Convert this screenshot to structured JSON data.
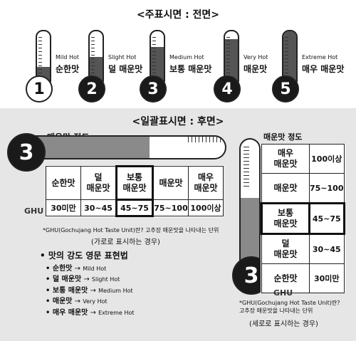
{
  "front": {
    "title": "<주표시면 : 전면>",
    "levels": [
      {
        "num": "1",
        "en": "Mild Hot",
        "ko": "순한맛",
        "fill": 0.3
      },
      {
        "num": "2",
        "en": "Slight Hot",
        "ko": "덜 매운맛",
        "fill": 0.5
      },
      {
        "num": "3",
        "en": "Medium Hot",
        "ko": "보통 매운맛",
        "fill": 0.7
      },
      {
        "num": "4",
        "en": "Very Hot",
        "ko": "매운맛",
        "fill": 0.85
      },
      {
        "num": "5",
        "en": "Extreme Hot",
        "ko": "매우 매운맛",
        "fill": 1.0
      }
    ]
  },
  "back": {
    "title": "<일괄표시면 : 후면>",
    "horizontal": {
      "heading": "매운맛 정도",
      "bulb_num": "3",
      "fill": 0.6,
      "ghu_label": "GHU",
      "levels": [
        {
          "l1": "순한맛",
          "l2": "",
          "ghu": "30미만"
        },
        {
          "l1": "덜",
          "l2": "매운맛",
          "ghu": "30~45"
        },
        {
          "l1": "보통",
          "l2": "매운맛",
          "ghu": "45~75"
        },
        {
          "l1": "매운맛",
          "l2": "",
          "ghu": "75~100"
        },
        {
          "l1": "매우",
          "l2": "매운맛",
          "ghu": "100이상"
        }
      ],
      "note": "*GHU(Gochujang Hot Taste Unit)란? 고추장 매운맛을 나타내는 단위",
      "caption": "(가로로 표시하는 경우)"
    },
    "english": {
      "title": "• 맛의 강도 영문 표현법",
      "items": [
        {
          "ko": "• 순한맛",
          "arrow": " → ",
          "en": "Mild Hot"
        },
        {
          "ko": "• 덜 매운맛",
          "arrow": " → ",
          "en": "Slight Hot"
        },
        {
          "ko": "• 보통 매운맛",
          "arrow": " → ",
          "en": "Medium Hot"
        },
        {
          "ko": "• 매운맛",
          "arrow": " → ",
          "en": "Very Hot"
        },
        {
          "ko": "• 매우 매운맛",
          "arrow": " → ",
          "en": "Extreme Hot"
        }
      ]
    },
    "vertical": {
      "heading": "매운맛 정도",
      "bulb_num": "3",
      "fill": 0.6,
      "ghu_label": "GHU",
      "levels": [
        {
          "l1": "매우",
          "l2": "매운맛",
          "ghu": "100이상"
        },
        {
          "l1": "매운맛",
          "l2": "",
          "ghu": "75~100"
        },
        {
          "l1": "보통",
          "l2": "매운맛",
          "ghu": "45~75"
        },
        {
          "l1": "덜",
          "l2": "매운맛",
          "ghu": "30~45"
        },
        {
          "l1": "순한맛",
          "l2": "",
          "ghu": "30미만"
        }
      ],
      "note1": "*GHU(Gochujang Hot Taste Unit)란?",
      "note2": "고추장 매운맛을 나타내는 단위",
      "caption": "(세로로 표시하는 경우)"
    }
  }
}
